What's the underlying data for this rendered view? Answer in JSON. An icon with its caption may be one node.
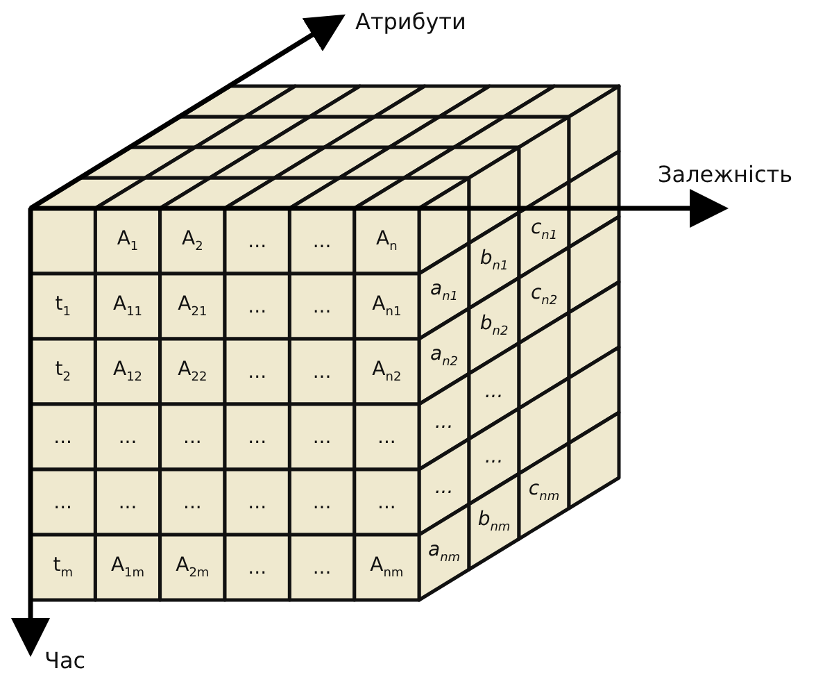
{
  "diagram": {
    "labels": [
      "Атрибути",
      "Залежність",
      "Час",
      "A$_{1}$",
      "A$_{2}$",
      "...",
      "...",
      "A$_{n}$",
      "t$_{1}$",
      "A$_{11}$",
      "A$_{21}$",
      "...",
      "...",
      "A$_{n1}$",
      "t$_{2}$",
      "A$_{12}$",
      "A$_{22}$",
      "...",
      "...",
      "A$_{n2}$",
      "...",
      "...",
      "...",
      "...",
      "...",
      "...",
      "...",
      "...",
      "...",
      "...",
      "...",
      "...",
      "t$_{m}$",
      "A$_{1m}$",
      "A$_{2m}$",
      "...",
      "...",
      "A$_{nm}$",
      "a$_{n1}$",
      "b$_{n1}$",
      "c$_{n1}$",
      "a$_{n2}$",
      "b$_{n2}$",
      "c$_{n2}$",
      "...",
      "...",
      "...",
      "...",
      "a$_{nm}$",
      "b$_{nm}$",
      "c$_{nm}$"
    ]
  }
}
